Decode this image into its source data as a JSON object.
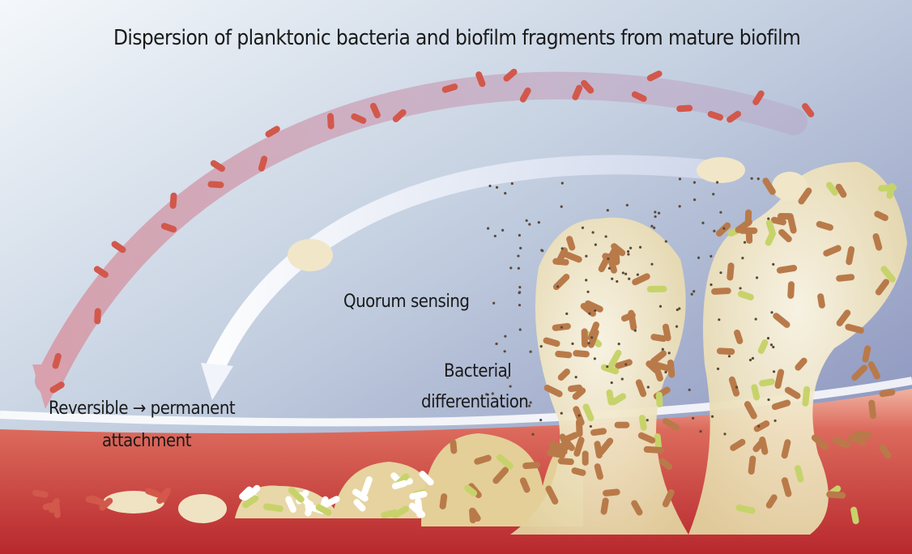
{
  "title": "Dispersion of planktonic bacteria and biofilm fragments from mature biofilm",
  "labels": {
    "quorum_sensing": "Quorum sensing",
    "differentiation_line1": "Bacterial",
    "differentiation_line2": "differentiation",
    "attachment_line1": "Reversible → permanent",
    "attachment_line2": "attachment"
  },
  "colors": {
    "sky_top": "#e9f2f7",
    "sky_bottom": "#8d97c0",
    "surface": "#c8373a",
    "surface_light": "#e99a86",
    "biofilm": "#efe3c3",
    "bacteria": "#b97a4a",
    "bacteria_green": "#c7d36a",
    "planktonic": "#d2584b",
    "arrow_outer": "#c98a9a",
    "arrow_inner": "#eef2fb"
  }
}
